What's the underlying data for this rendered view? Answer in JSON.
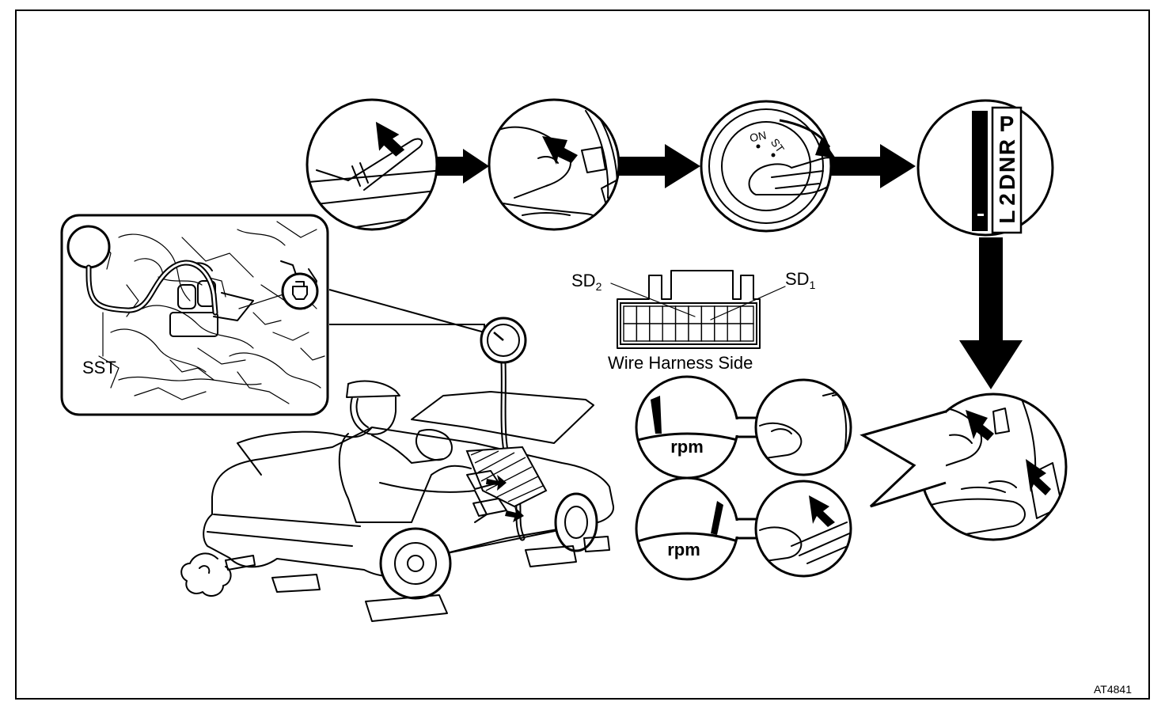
{
  "labels": {
    "sst": "SST",
    "sd2_main": "SD",
    "sd2_sub": "2",
    "sd1_main": "SD",
    "sd1_sub": "1",
    "wire_harness_side": "Wire Harness Side",
    "rpm_top": "rpm",
    "rpm_bottom": "rpm",
    "ignition_on": "ON",
    "ignition_st": "ST",
    "shift_pattern": [
      "P",
      "R",
      "N",
      "D",
      "2",
      "L"
    ],
    "figure_code": "AT4841"
  },
  "connector": {
    "rows": 2,
    "cols": 10
  }
}
